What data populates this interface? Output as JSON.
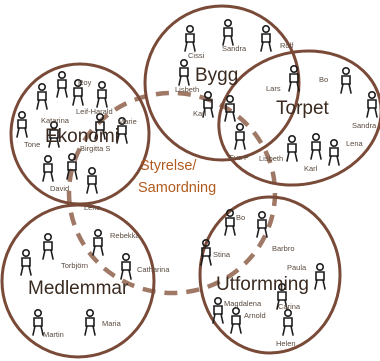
{
  "colors": {
    "ring": "#7a4a38",
    "dashed_ring": "#a07866",
    "person": "#1c1c1c",
    "center_text": "#b15a1e"
  },
  "center": {
    "line1": "Styrelse/",
    "line2": "Samordning"
  },
  "groups": {
    "ekonomi": "Ekonomi",
    "bygg": "Bygg",
    "torpet": "Torpet",
    "medlemmar": "Medlemmar",
    "utformning": "Utformning"
  },
  "names": {
    "roy": "Roy",
    "katarina": "Katarina",
    "leif_harald": "Leif-Harald",
    "marie": "Marie",
    "tone": "Tone",
    "birgitta": "Birgitta S",
    "david": "David",
    "lena_bottom": "Lena",
    "cissi": "Cissi",
    "sandra_bygg": "Sandra",
    "rolf": "Rolf",
    "lisbeth_bygg": "Lisbeth",
    "lars": "Lars",
    "karl_bygg": "Karl",
    "bo_torpet": "Bo",
    "sandra_torpet": "Sandra",
    "lena_torpet": "Lena",
    "eva_p": "Eva P",
    "lisbeth_torpet": "Lisbeth",
    "karl_torpet": "Karl",
    "rebekka": "Rebekka",
    "torbjorn": "Torbjörn",
    "catharina": "Catharina",
    "martin": "Martin",
    "maria": "Maria",
    "bo_utf": "Bo",
    "stina": "Stina",
    "barbro": "Barbro",
    "paula": "Paula",
    "carina": "Carina",
    "magdalena": "Magdalena",
    "arnold": "Arnold",
    "helen": "Helen"
  }
}
